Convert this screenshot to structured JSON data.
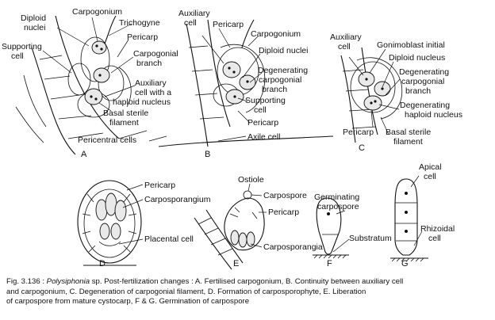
{
  "panels": {
    "A": {
      "letter": "A",
      "labels": {
        "diploid_nuclei_1": "Diploid",
        "diploid_nuclei_2": "nuclei",
        "carpogonium": "Carpogonium",
        "trichogyne": "Trichogyne",
        "pericarp": "Pericarp",
        "supporting_cell_1": "Supporting",
        "supporting_cell_2": "cell",
        "carpogonial_branch_1": "Carpogonial",
        "carpogonial_branch_2": "branch",
        "auxiliary_cell_1": "Auxiliary",
        "auxiliary_cell_2": "cell with a",
        "auxiliary_cell_3": "haploid nucleus",
        "basal_sterile_1": "Basal sterile",
        "basal_sterile_2": "filament",
        "pericentral_cells": "Pericentral cells"
      }
    },
    "B": {
      "letter": "B",
      "labels": {
        "auxiliary_cell_1": "Auxiliary",
        "auxiliary_cell_2": "cell",
        "pericarp": "Pericarp",
        "carpogonium": "Carpogonium",
        "diploid_nuclei": "Diploid nuclei",
        "degenerating_1": "Degenerating",
        "degenerating_2": "carpogonial",
        "degenerating_3": "branch",
        "supporting_cell_1": "Supporting",
        "supporting_cell_2": "cell",
        "pericarp_lower": "Pericarp",
        "axile_cell": "Axile cell"
      }
    },
    "C": {
      "letter": "C",
      "labels": {
        "auxiliary_cell_1": "Auxiliary",
        "auxiliary_cell_2": "cell",
        "gonimoblast_initial": "Gonimoblast initial",
        "diploid_nucleus": "Diploid nucleus",
        "degenerating_1": "Degenerating",
        "degenerating_2": "carpogonial",
        "degenerating_3": "branch",
        "degenerating_haploid_1": "Degenerating",
        "degenerating_haploid_2": "haploid nucleus",
        "pericarp": "Pericarp",
        "basal_sterile_1": "Basal sterile",
        "basal_sterile_2": "filament"
      }
    },
    "D": {
      "letter": "D",
      "labels": {
        "pericarp": "Pericarp",
        "carposporangium": "Carposporangium",
        "placental_cell": "Placental cell"
      }
    },
    "E": {
      "letter": "E",
      "labels": {
        "ostiole": "Ostiole",
        "carpospore": "Carpospore",
        "pericarp": "Pericarp",
        "carposporangia": "Carposporangia"
      }
    },
    "F": {
      "letter": "F",
      "labels": {
        "germinating_1": "Germinating",
        "germinating_2": "carpospore",
        "substratum": "Substratum"
      }
    },
    "G": {
      "letter": "G",
      "labels": {
        "apical_cell_1": "Apical",
        "apical_cell_2": "cell",
        "rhizoidal_cell_1": "Rhizoidal",
        "rhizoidal_cell_2": "cell"
      }
    }
  },
  "caption": {
    "fig_number": "Fig. 3.136 :",
    "genus": "Polysiphonia",
    "line1_rest": "sp. Post-fertilization changes : A. Fertilised carpogonium, B. Continuity between auxiliary cell",
    "line2": "and carpogonium, C. Degeneration of carpogonial filament, D. Formation of carposporophyte, E. Liberation",
    "line3": "of carpospore from mature cystocarp, F & G. Germination of carpospore"
  }
}
